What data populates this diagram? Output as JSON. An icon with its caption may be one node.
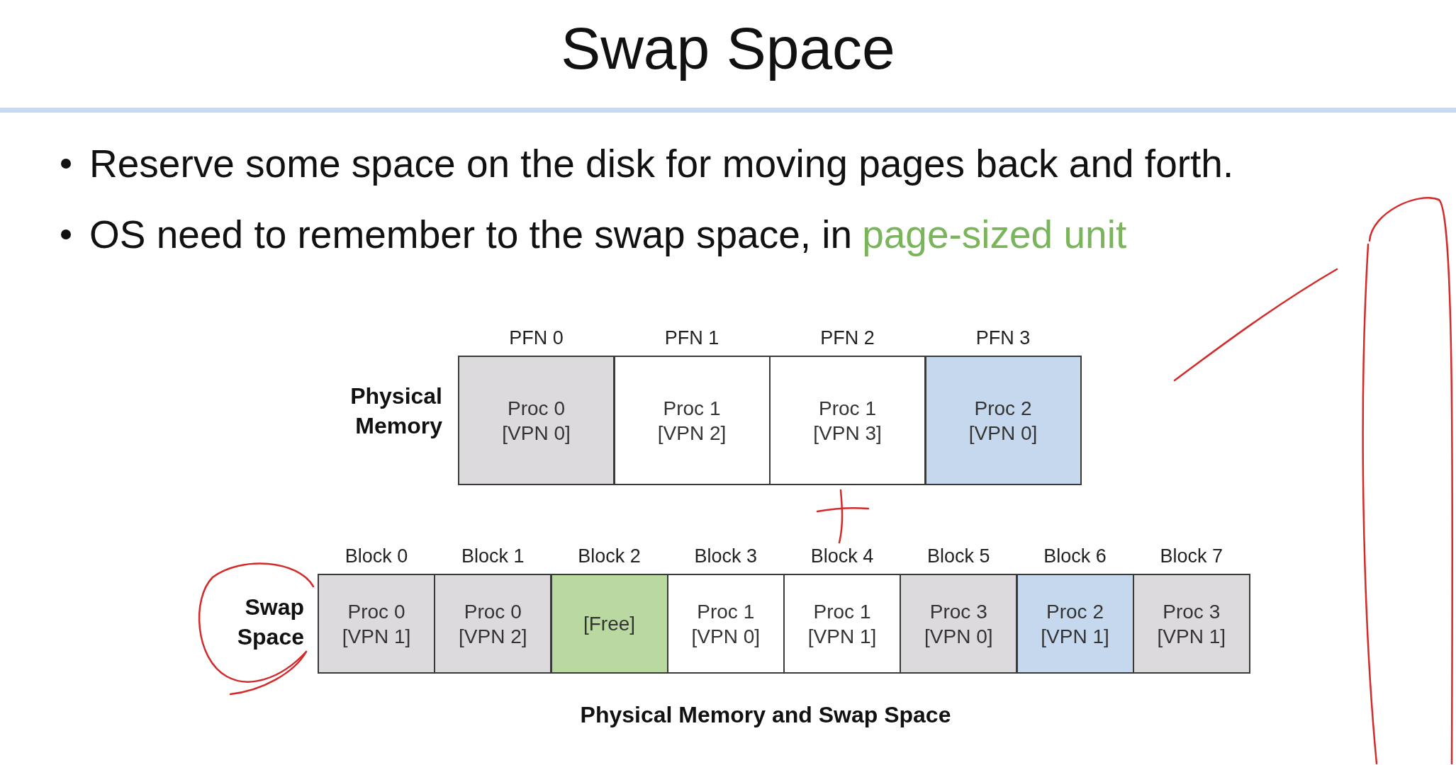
{
  "diagram": {
    "title": "Swap Space",
    "caption": "Physical Memory and Swap Space",
    "nodes": [
      {
        "text": [
          "Proc 0 [VPN 0]"
        ],
        "beside": [
          "PFN 0"
        ]
      },
      {
        "text": [
          "Proc 1 [VPN 2]"
        ],
        "beside": [
          "PFN 1"
        ]
      },
      {
        "text": [
          "Proc 1 [VPN 3]"
        ],
        "beside": [
          "PFN 2"
        ]
      },
      {
        "text": [
          "Proc 2 [VPN 0]"
        ],
        "beside": [
          "PFN 3"
        ]
      },
      {
        "text": [
          "Proc 0 [VPN 1]"
        ],
        "beside": [
          "Block 0"
        ]
      },
      {
        "text": [
          "Proc 0 [VPN 2]"
        ],
        "beside": [
          "Block 1"
        ]
      },
      {
        "text": [
          "[Free]"
        ],
        "beside": [
          "Block 2"
        ]
      },
      {
        "text": [
          "Proc 1 [VPN 0]"
        ],
        "beside": [
          "Block 3"
        ]
      },
      {
        "text": [
          "Proc 1 [VPN 1]"
        ],
        "beside": [
          "Block 4"
        ]
      },
      {
        "text": [
          "Proc 3 [VPN 0]"
        ],
        "beside": [
          "Block 5"
        ]
      },
      {
        "text": [
          "Proc 2 [VPN 1]"
        ],
        "beside": [
          "Block 6"
        ]
      },
      {
        "text": [
          "Proc 3 [VPN 1]"
        ],
        "beside": [
          "Block 7"
        ]
      }
    ],
    "labels": [
      "Reserve some space on the disk for moving pages back and forth.",
      "OS need to remember to the swap space, in",
      "page-sized unit",
      "Physical Memory",
      "Swap Space"
    ]
  }
}
